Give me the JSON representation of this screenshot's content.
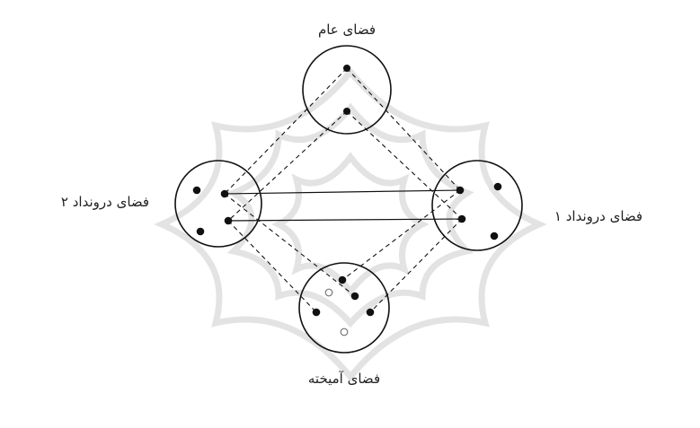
{
  "diagram": {
    "spaces": {
      "generic": {
        "label": "فضای عام"
      },
      "input2": {
        "label": "فضای درونداد ۲"
      },
      "input1": {
        "label": "فضای درونداد ۱"
      },
      "blend": {
        "label": "فضای آمیخته"
      }
    },
    "colors": {
      "stroke": "#111111",
      "dot": "#111111",
      "watermark": "#dcdcdc"
    }
  }
}
